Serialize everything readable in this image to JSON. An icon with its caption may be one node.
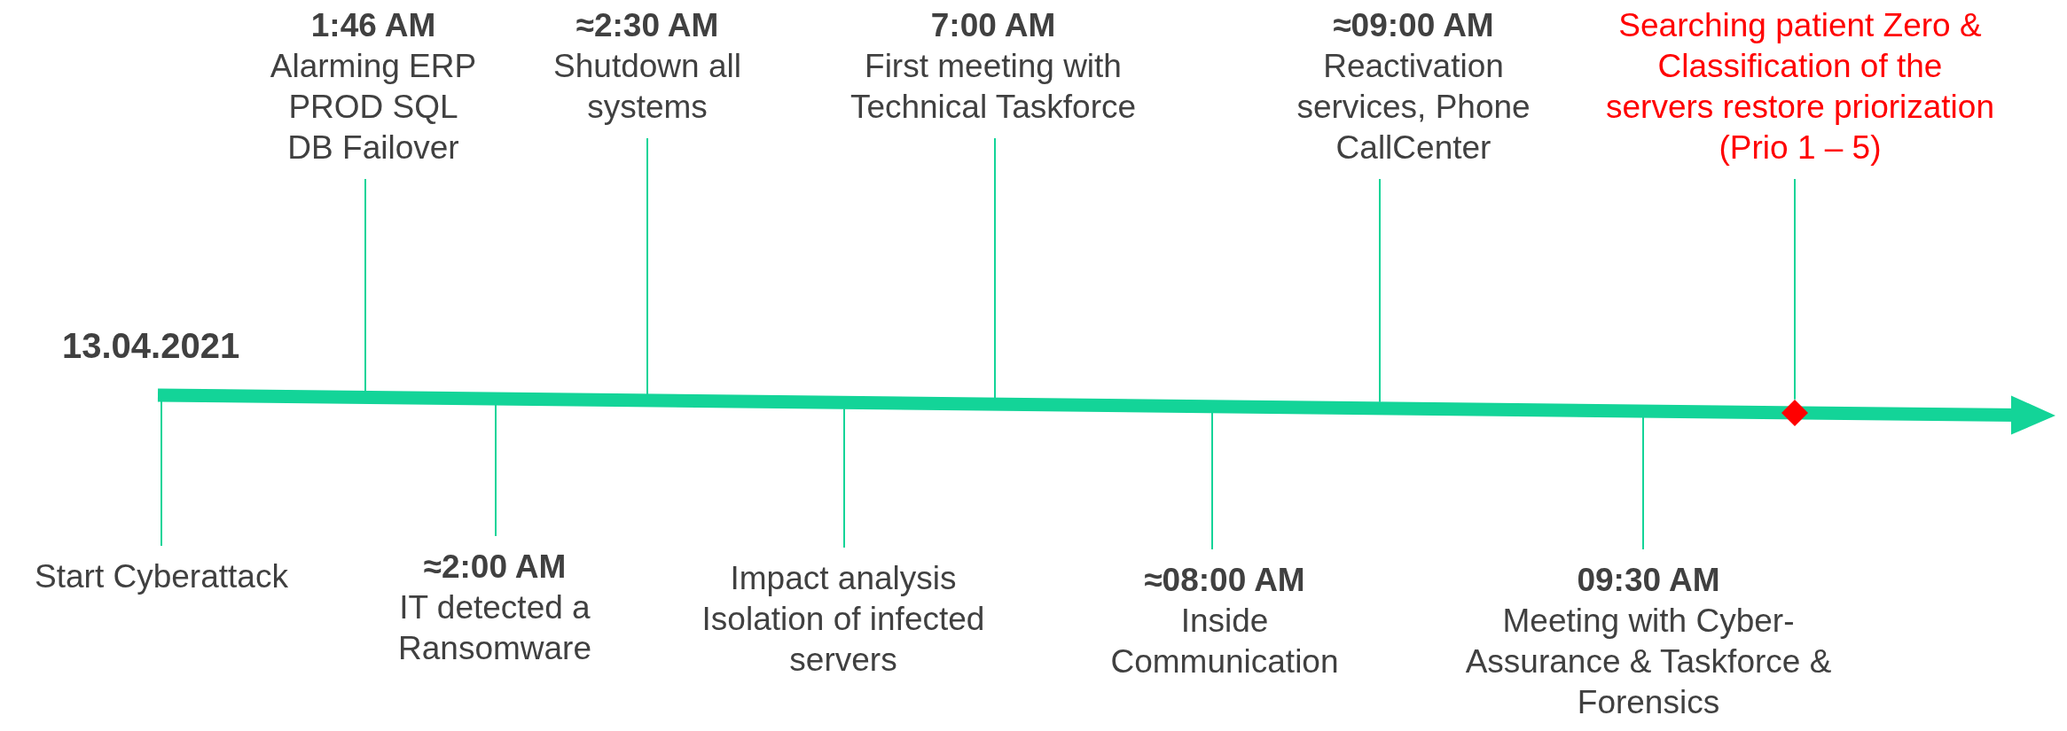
{
  "diagram": {
    "nodes": [
      {
        "text": [
          "Start Cyberattack"
        ]
      },
      {
        "text": [
          "1:46 AM",
          "Alarming ERP PROD SQL DB Failover"
        ]
      },
      {
        "text": [
          "≈2:00 AM",
          "IT detected a Ransomware"
        ]
      },
      {
        "text": [
          "≈2:30 AM",
          "Shutdown all systems"
        ]
      },
      {
        "text": [
          "Impact analysis Isolation of infected servers"
        ]
      },
      {
        "text": [
          "7:00 AM",
          "First meeting with Technical Taskforce"
        ]
      },
      {
        "text": [
          "≈08:00 AM",
          "Inside Communication"
        ]
      },
      {
        "text": [
          "≈09:00 AM",
          "Reactivation services, Phone CallCenter"
        ]
      },
      {
        "text": [
          "09:30 AM",
          "Meeting with Cyber-Assurance & Taskforce & Forensics"
        ]
      },
      {
        "text": [
          "Searching patient Zero & Classification of the servers restore priorization (Prio 1 – 5)"
        ]
      },
      {
        "text": [],
        "shape": "diamond"
      }
    ],
    "edges": [
      {
        "from": 0,
        "to": null,
        "arrow": "none"
      },
      {
        "from": 1,
        "to": null,
        "arrow": "none"
      },
      {
        "from": 2,
        "to": null,
        "arrow": "none"
      },
      {
        "from": 3,
        "to": null,
        "arrow": "none"
      },
      {
        "from": 4,
        "to": null,
        "arrow": "none"
      },
      {
        "from": 5,
        "to": null,
        "arrow": "none"
      },
      {
        "from": 6,
        "to": null,
        "arrow": "none"
      },
      {
        "from": 7,
        "to": null,
        "arrow": "none"
      },
      {
        "from": 8,
        "to": null,
        "arrow": "none"
      },
      {
        "from": 9,
        "to": 10,
        "arrow": "none"
      }
    ],
    "labels": [
      "13.04.2021"
    ]
  }
}
